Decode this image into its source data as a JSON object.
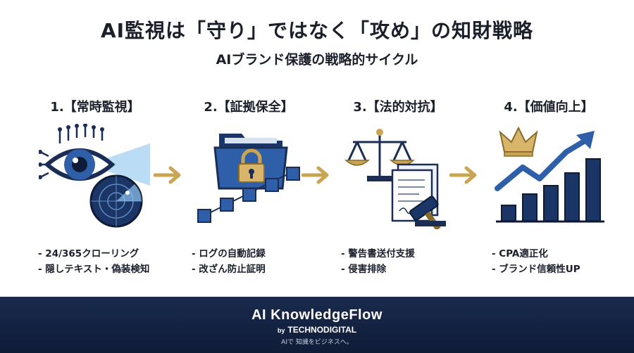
{
  "title": "AI監視は「守り」ではなく「攻め」の知財戦略",
  "subtitle": "AIブランド保護の戦略的サイクル",
  "steps": [
    {
      "title": "1.【常時監視】",
      "icon": "eye-radar-icon",
      "bullets": [
        "- 24/365クローリング",
        "- 隠しテキスト・偽装検知"
      ]
    },
    {
      "title": "2.【証拠保全】",
      "icon": "folder-lock-chain-icon",
      "bullets": [
        "- ログの自動記録",
        "- 改ざん防止証明"
      ]
    },
    {
      "title": "3.【法的対抗】",
      "icon": "scales-gavel-icon",
      "bullets": [
        "- 警告書送付支援",
        "- 侵害排除"
      ]
    },
    {
      "title": "4.【価値向上】",
      "icon": "crown-growth-chart-icon",
      "bullets": [
        "- CPA適正化",
        "- ブランド信頼性UP"
      ]
    }
  ],
  "footer": {
    "brand": "AI KnowledgeFlow",
    "by": "by",
    "company": "TECHNODIGITAL",
    "tagline": "AIで 知識をビジネスへ。"
  },
  "colors": {
    "navy": "#1b3566",
    "blue": "#2f5fa8",
    "gold": "#c9a452",
    "footer": "#142445"
  }
}
